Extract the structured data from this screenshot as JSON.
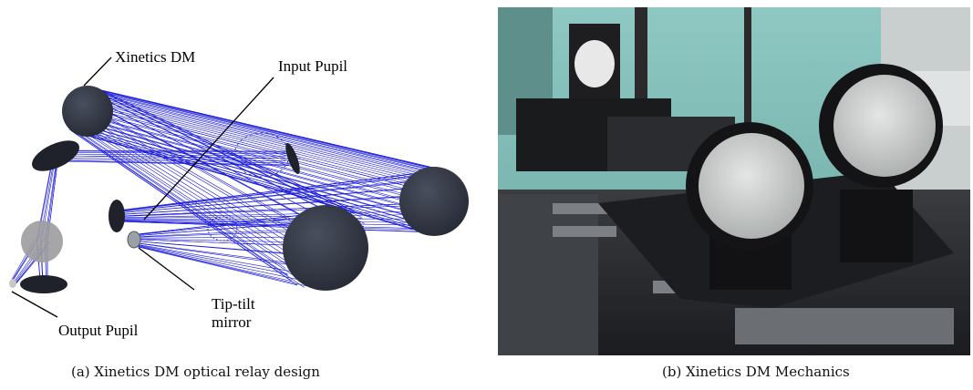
{
  "figure": {
    "panel_a": {
      "caption": "(a) Xinetics DM optical relay design",
      "labels": {
        "dm": "Xinetics DM",
        "input_pupil": "Input Pupil",
        "tip_tilt_1": "Tip-tilt",
        "tip_tilt_2": "mirror",
        "output_pupil": "Output Pupil"
      },
      "colors": {
        "rays": "#1a1ad8",
        "optics": "#2f3340"
      }
    },
    "panel_b": {
      "caption": "(b) Xinetics DM Mechanics"
    }
  }
}
